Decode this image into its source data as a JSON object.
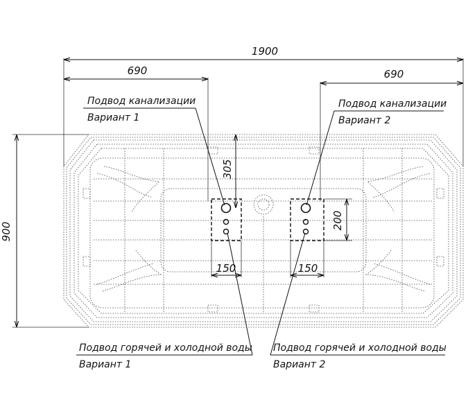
{
  "dimensions": {
    "overall_width": "1900",
    "left_offset": "690",
    "right_offset": "690",
    "depth": "900",
    "drain_offset": "305",
    "port_spacing": "200",
    "left_box_width": "150",
    "right_box_width": "150"
  },
  "notes": {
    "drain_v1_title": "Подвод канализации",
    "drain_v1_variant": "Вариант 1",
    "drain_v2_title": "Подвод канализации",
    "drain_v2_variant": "Вариант 2",
    "water_v1_title": "Подвод горячей и холодной воды",
    "water_v1_variant": "Вариант 1",
    "water_v2_title": "Подвод горячей и холодной воды",
    "water_v2_variant": "Вариант 2"
  }
}
